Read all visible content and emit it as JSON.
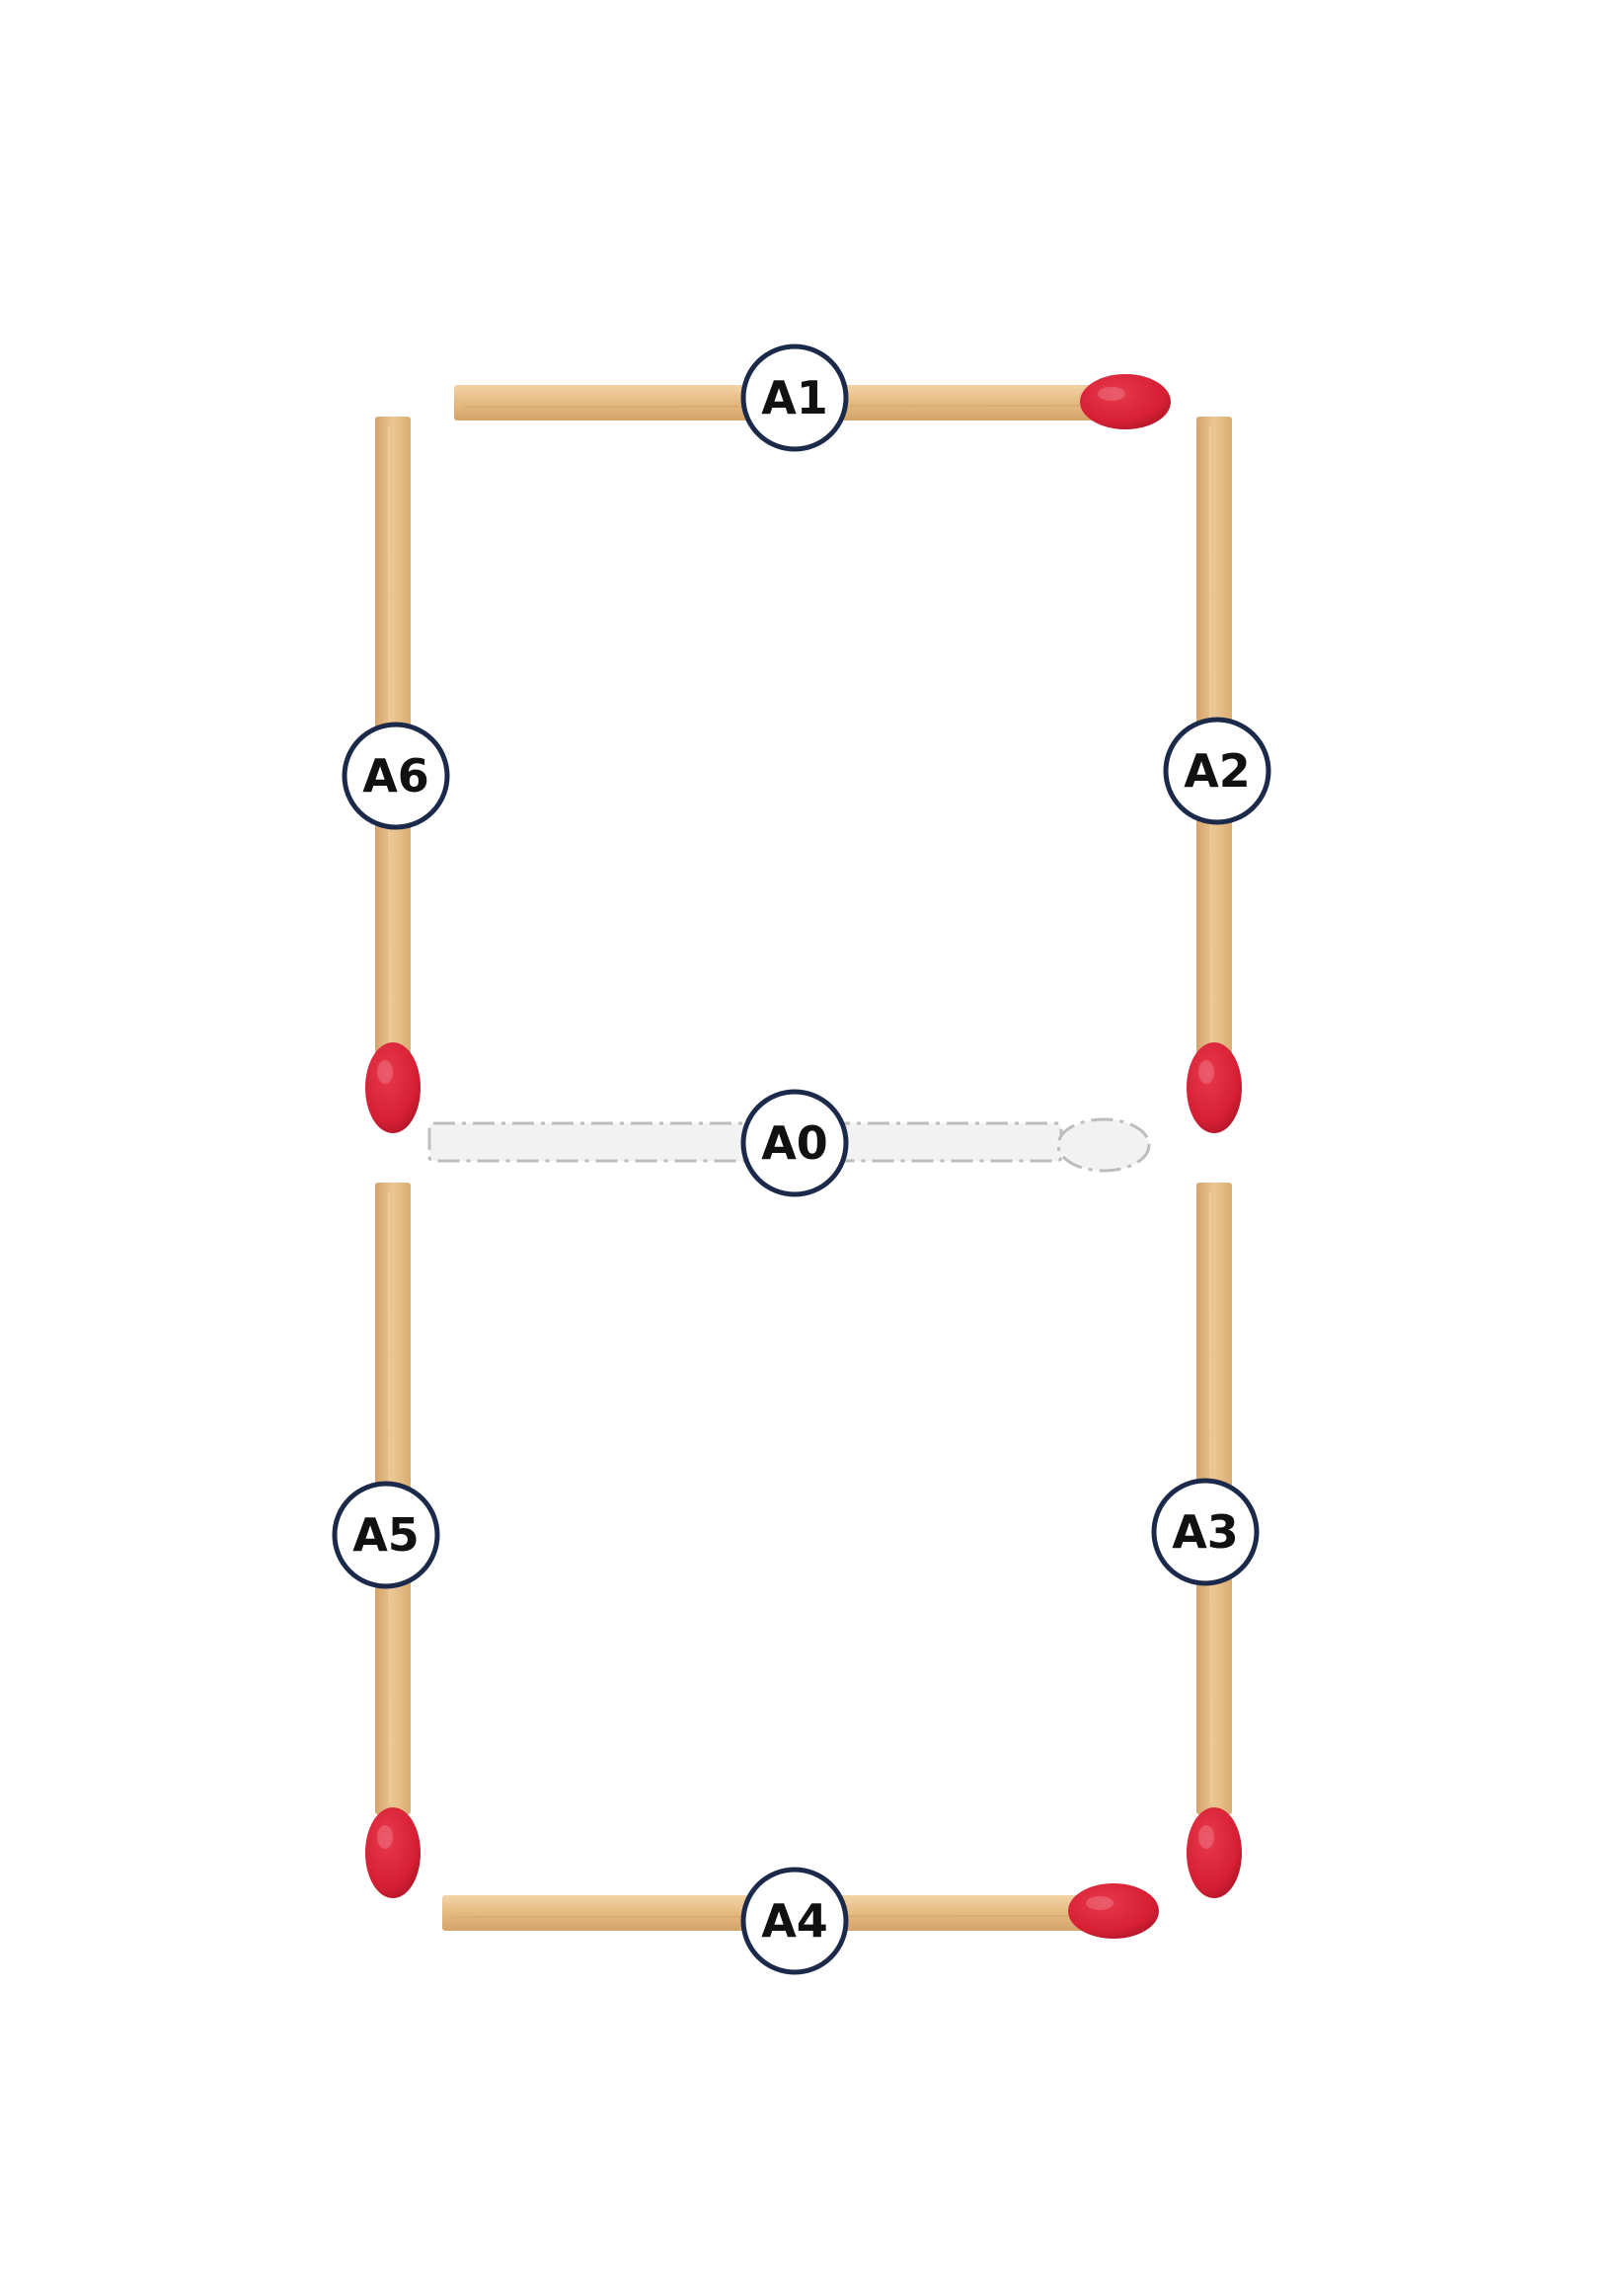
{
  "diagram": {
    "colors": {
      "wood": "#E6BD85",
      "wood_dark": "#D4A46A",
      "wood_light": "#F2D3A6",
      "head": "#D61F34",
      "head_dark": "#A81426",
      "ghost_fill": "#F2F2F2",
      "ghost_stroke": "#BDBDBD",
      "badge_stroke": "#1B2A4A",
      "badge_fill": "#FFFFFF",
      "text": "#111111"
    },
    "matches": [
      {
        "id": "A1",
        "label": "A1",
        "orientation": "horizontal",
        "head": "right",
        "state": "placed"
      },
      {
        "id": "A2",
        "label": "A2",
        "orientation": "vertical",
        "head": "bottom",
        "state": "placed"
      },
      {
        "id": "A3",
        "label": "A3",
        "orientation": "vertical",
        "head": "bottom",
        "state": "placed"
      },
      {
        "id": "A4",
        "label": "A4",
        "orientation": "horizontal",
        "head": "right",
        "state": "placed"
      },
      {
        "id": "A5",
        "label": "A5",
        "orientation": "vertical",
        "head": "bottom",
        "state": "placed"
      },
      {
        "id": "A6",
        "label": "A6",
        "orientation": "vertical",
        "head": "bottom",
        "state": "placed"
      },
      {
        "id": "A0",
        "label": "A0",
        "orientation": "horizontal",
        "head": "right",
        "state": "empty"
      }
    ]
  }
}
